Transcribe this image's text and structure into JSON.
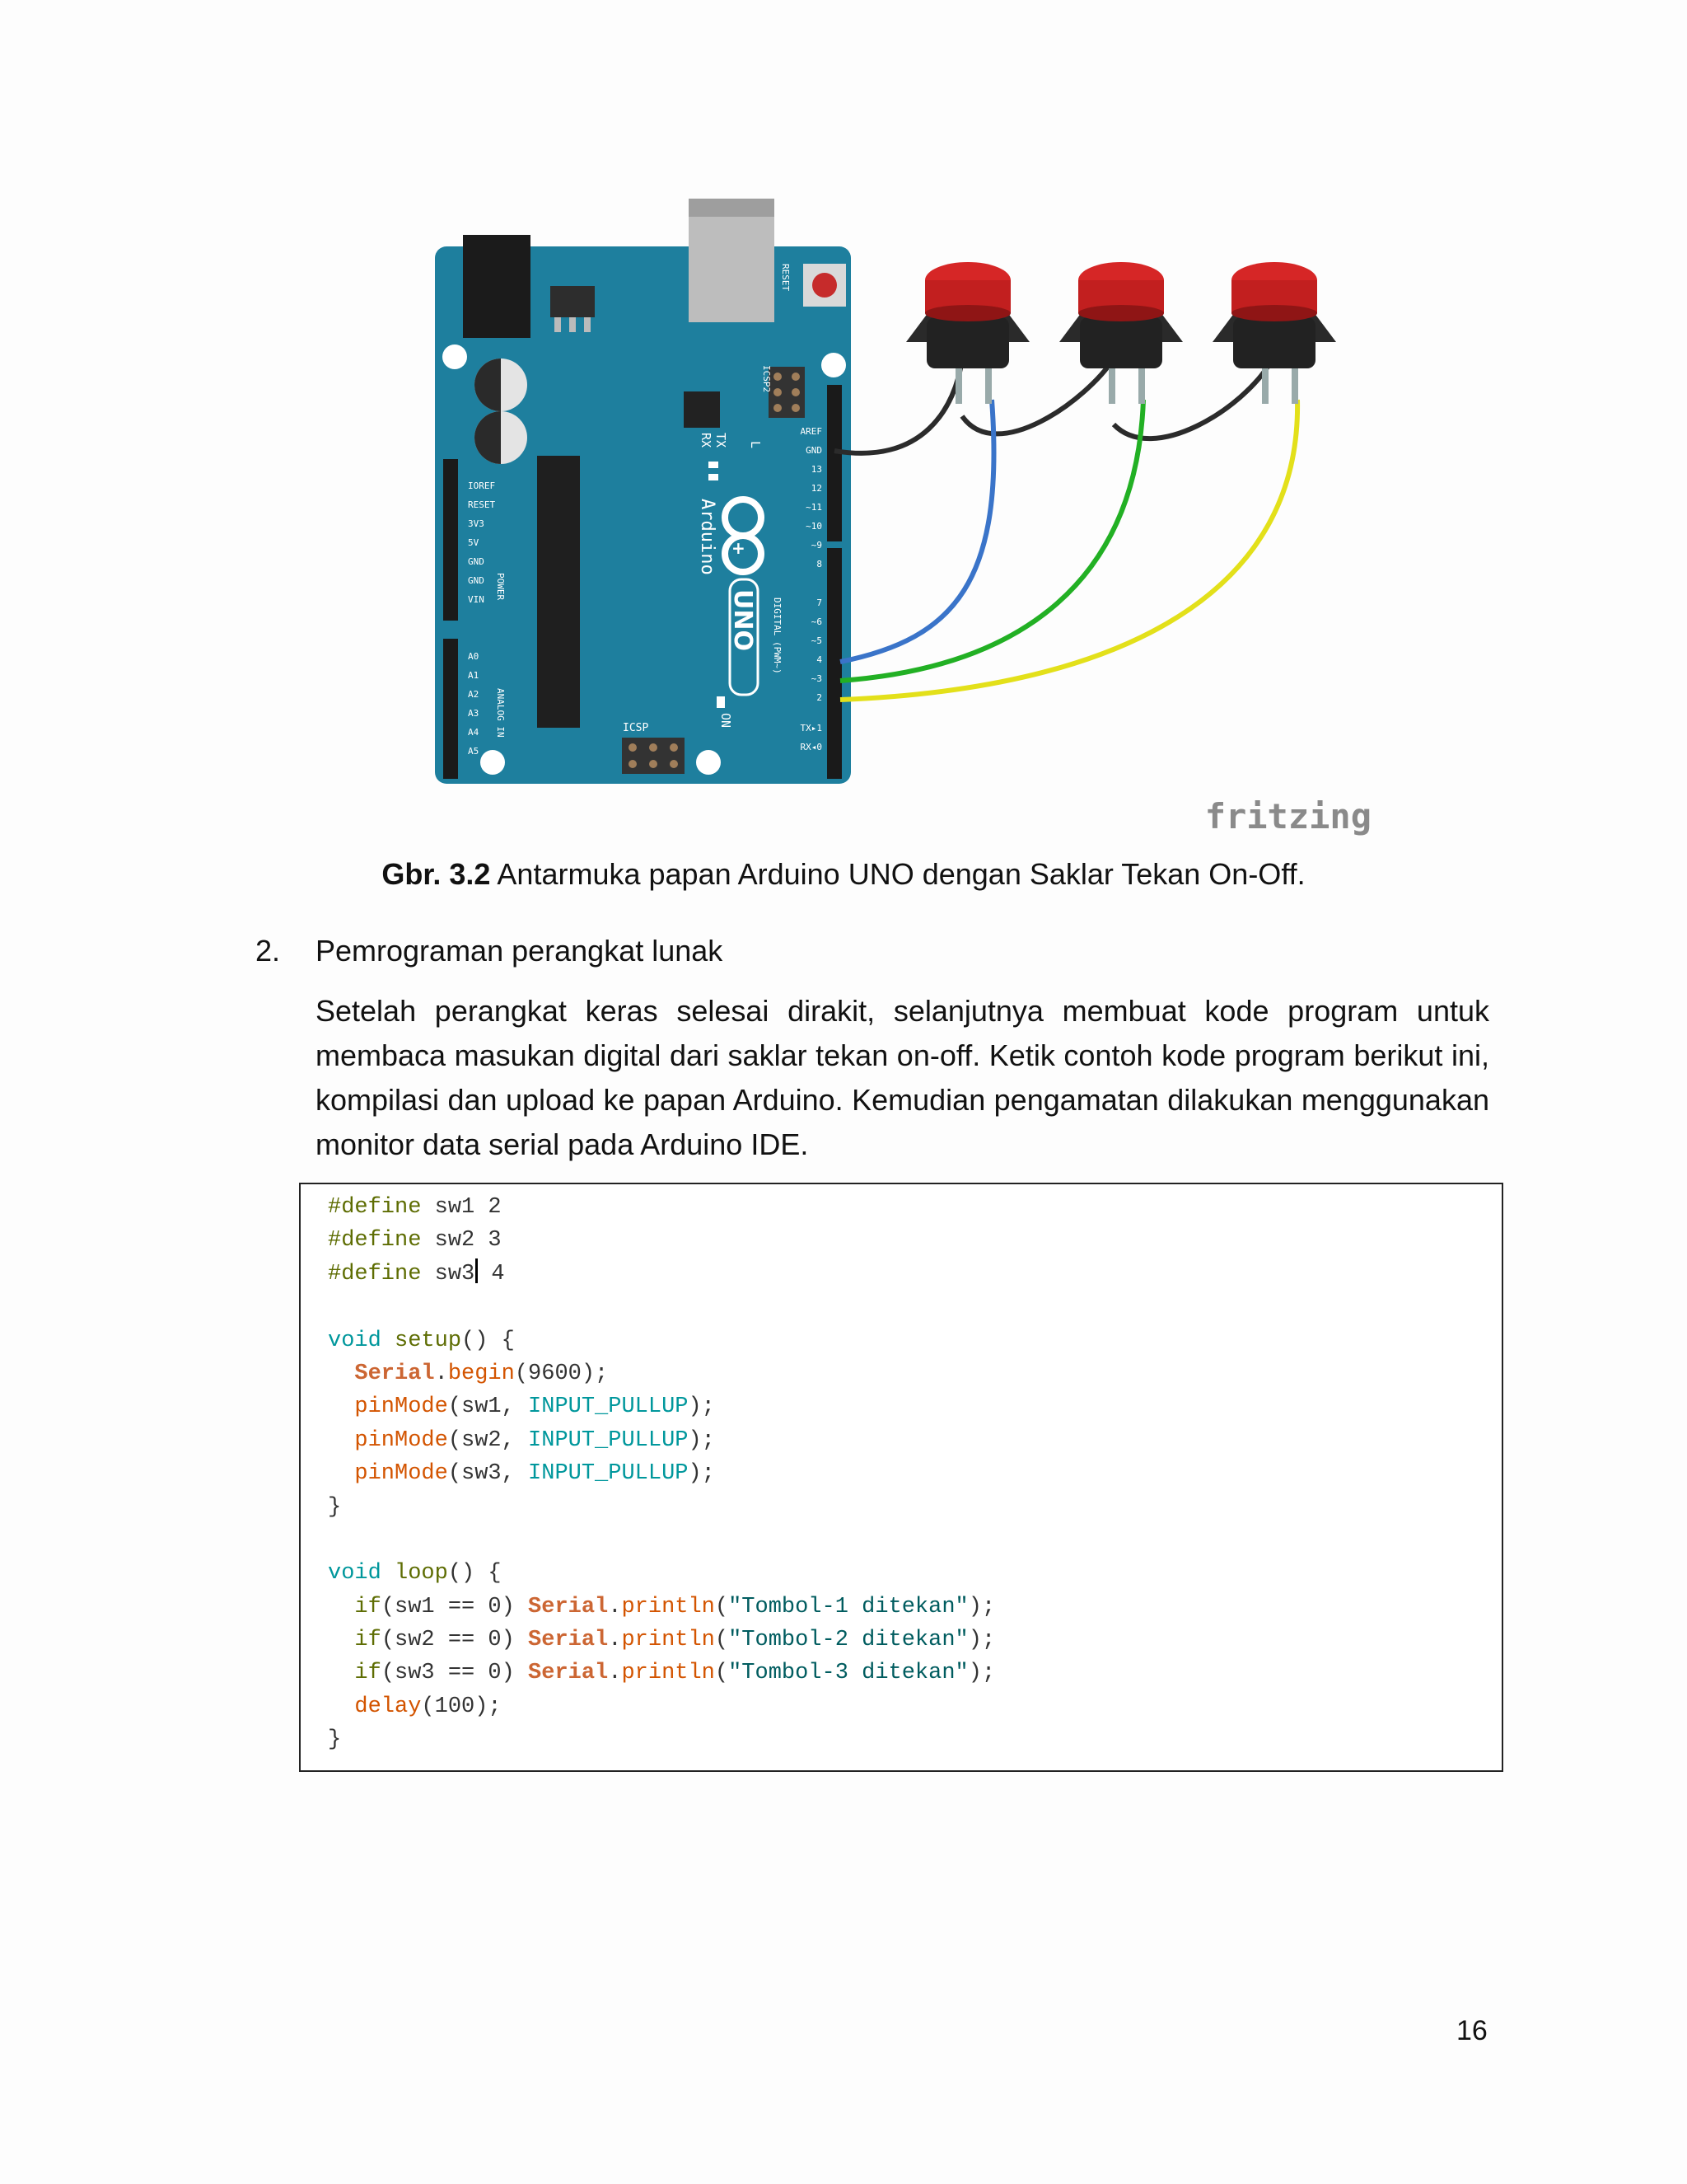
{
  "figure": {
    "watermark": "fritzing",
    "board_labels": {
      "brand": "Arduino",
      "model": "UNO",
      "tx": "TX",
      "rx": "RX",
      "l": "L",
      "on": "ON",
      "icsp": "ICSP",
      "icsp2": "ICSP2",
      "reset": "RESET",
      "power": "POWER",
      "analog_in": "ANALOG IN",
      "digital": "DIGITAL (PWM~)",
      "aref": "AREF",
      "gnd": "GND",
      "power_pins": [
        "IOREF",
        "RESET",
        "3V3",
        "5V",
        "GND",
        "GND",
        "VIN"
      ],
      "analog_pins": [
        "A0",
        "A1",
        "A2",
        "A3",
        "A4",
        "A5"
      ],
      "digital_pins_top": [
        "13",
        "12",
        "~11",
        "~10",
        "~9",
        "8"
      ],
      "digital_pins_bottom": [
        "7",
        "~6",
        "~5",
        "4",
        "~3",
        "2",
        "TX▸1",
        "RX◂0"
      ]
    },
    "wire_colors": {
      "ground": "#2b2b2b",
      "sw1": "#3a74c9",
      "sw2": "#22b024",
      "sw3": "#e3e01a"
    },
    "board_color": "#1e7f9e",
    "button_color": "#d62626"
  },
  "caption": {
    "label": "Gbr. 3.2",
    "text": " Antarmuka papan Arduino UNO dengan Saklar Tekan On-Off."
  },
  "section": {
    "number": "2.",
    "title": "Pemrograman perangkat lunak",
    "paragraph": "Setelah perangkat keras selesai dirakit, selanjutnya membuat kode program untuk membaca masukan digital dari saklar tekan on-off. Ketik contoh kode program berikut ini, kompilasi dan upload ke papan Arduino. Kemudian pengamatan dilakukan menggunakan monitor data serial pada Arduino IDE."
  },
  "code": {
    "l1": [
      "#define",
      " sw1 2"
    ],
    "l2": [
      "#define",
      " sw2 3"
    ],
    "l3": [
      "#define",
      " sw3",
      " 4"
    ],
    "l5": [
      "void",
      " ",
      "setup",
      "() {"
    ],
    "l6": [
      "  ",
      "Serial",
      ".",
      "begin",
      "(9600);"
    ],
    "l7": [
      "  ",
      "pinMode",
      "(sw1, ",
      "INPUT_PULLUP",
      ");"
    ],
    "l8": [
      "  ",
      "pinMode",
      "(sw2, ",
      "INPUT_PULLUP",
      ");"
    ],
    "l9": [
      "  ",
      "pinMode",
      "(sw3, ",
      "INPUT_PULLUP",
      ");"
    ],
    "l10": "}",
    "l12": [
      "void",
      " ",
      "loop",
      "() {"
    ],
    "l13": [
      "  ",
      "if",
      "(sw1 == 0) ",
      "Serial",
      ".",
      "println",
      "(",
      "\"Tombol-1 ditekan\"",
      ");"
    ],
    "l14": [
      "  ",
      "if",
      "(sw2 == 0) ",
      "Serial",
      ".",
      "println",
      "(",
      "\"Tombol-2 ditekan\"",
      ");"
    ],
    "l15": [
      "  ",
      "if",
      "(sw3 == 0) ",
      "Serial",
      ".",
      "println",
      "(",
      "\"Tombol-3 ditekan\"",
      ");"
    ],
    "l16": [
      "  ",
      "delay",
      "(100);"
    ],
    "l17": "}"
  },
  "page_number": "16"
}
